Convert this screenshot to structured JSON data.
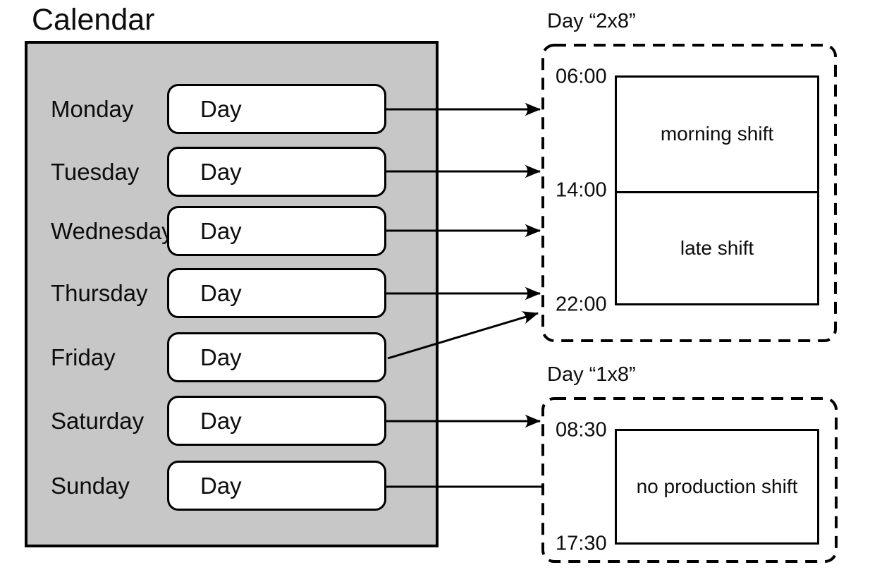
{
  "title": "Calendar",
  "calendar": {
    "days": [
      {
        "label": "Monday",
        "box_label": "Day"
      },
      {
        "label": "Tuesday",
        "box_label": "Day"
      },
      {
        "label": "Wednesday",
        "box_label": "Day"
      },
      {
        "label": "Thursday",
        "box_label": "Day"
      },
      {
        "label": "Friday",
        "box_label": "Day"
      },
      {
        "label": "Saturday",
        "box_label": "Day"
      },
      {
        "label": "Sunday",
        "box_label": "Day"
      }
    ]
  },
  "day_templates": {
    "two_by_eight": {
      "title": "Day “2x8”",
      "time_start": "06:00",
      "time_mid": "14:00",
      "time_end": "22:00",
      "shift_1": "morning shift",
      "shift_2": "late shift"
    },
    "one_by_eight": {
      "title": "Day “1x8”",
      "time_start": "08:30",
      "time_end": "17:30",
      "shift_1": "no production shift"
    }
  },
  "colors": {
    "panel_fill": "#c7c7c7",
    "stroke": "#000000",
    "background": "#ffffff"
  }
}
